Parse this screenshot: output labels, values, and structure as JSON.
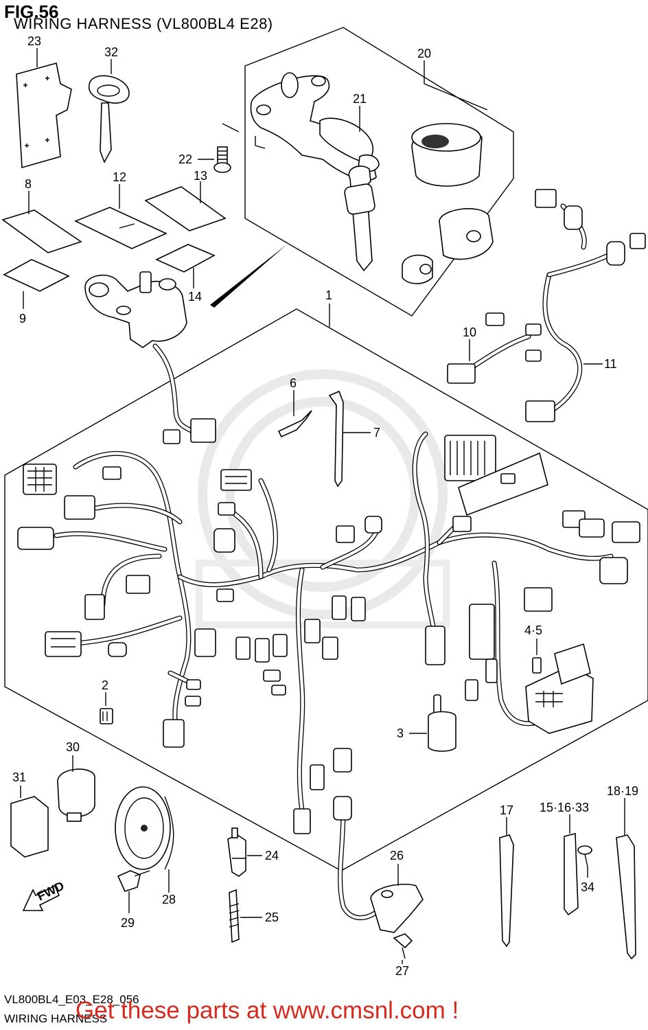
{
  "header": {
    "fig_label": "FIG.56",
    "title": "WIRING HARNESS (VL800BL4 E28)"
  },
  "footer": {
    "diagram_code": "VL800BL4_E03_E28_056",
    "section_name": "WIRING HARNESS",
    "promo_text": "Get these parts at www.cmsnl.com !",
    "promo_color": "#d62a1e"
  },
  "part_numbers": {
    "p1": "1",
    "p2": "2",
    "p3": "3",
    "p45": "4·5",
    "p6": "6",
    "p7": "7",
    "p8": "8",
    "p9": "9",
    "p10": "10",
    "p11": "11",
    "p12": "12",
    "p13": "13",
    "p14": "14",
    "p17": "17",
    "p151633": "15·16·33",
    "p1819": "18·19",
    "p20": "20",
    "p21": "21",
    "p22": "22",
    "p23": "23",
    "p24": "24",
    "p25": "25",
    "p26": "26",
    "p27": "27",
    "p28": "28",
    "p29": "29",
    "p30": "30",
    "p31": "31",
    "p32": "32",
    "p34": "34"
  },
  "direction_label": "FWD"
}
